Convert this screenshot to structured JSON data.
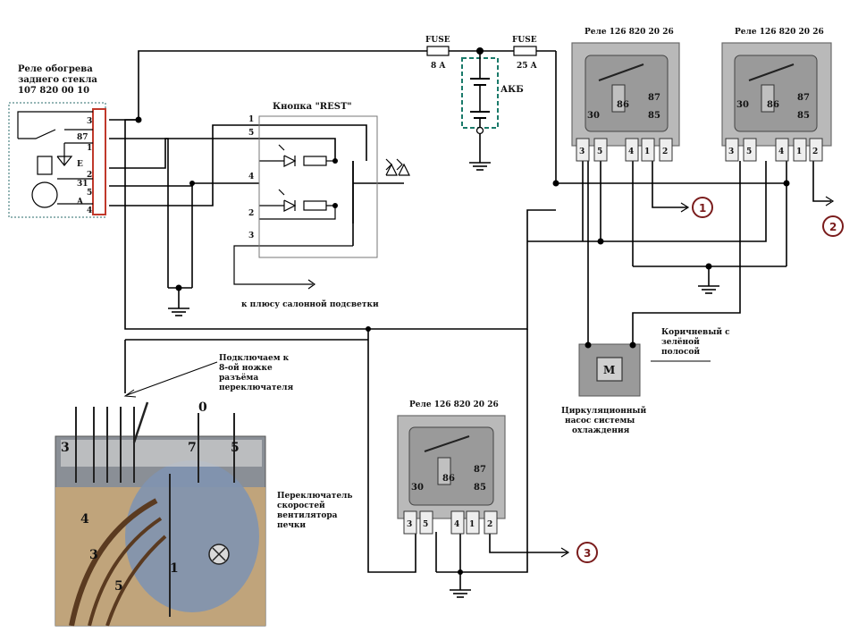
{
  "rear_relay": {
    "title_lines": [
      "Реле обогрева",
      "заднего стекла",
      "107 820 00 10"
    ],
    "pins": [
      "3",
      "87",
      "1",
      "E",
      "2",
      "31",
      "5",
      "A",
      "4"
    ]
  },
  "rest_button": {
    "title": "Кнопка \"REST\"",
    "pins": [
      "1",
      "5",
      "4",
      "2",
      "3"
    ]
  },
  "fuses": {
    "fuse1": {
      "label": "FUSE",
      "rating": "8 A"
    },
    "fuse2": {
      "label": "FUSE",
      "rating": "25 A"
    }
  },
  "battery": {
    "label": "АКБ"
  },
  "relays": {
    "relay_a": "Реле 126 820 20 26",
    "relay_b": "Реле 126 820 20 26",
    "relay_c": "Реле 126 820 20 26"
  },
  "relay_pin_labels": [
    "3",
    "5",
    "4",
    "1",
    "2"
  ],
  "relay_contact_labels": [
    "30",
    "86",
    "87",
    "85"
  ],
  "outputs": {
    "out1": "1",
    "out2": "2",
    "out3": "3"
  },
  "backlight_label": "к плюсу салонной подсветки",
  "wire_note_lines": [
    "Коричневый с",
    "зелёной",
    "полосой"
  ],
  "pump_lines": [
    "Циркуляционный",
    "насос системы",
    "охлаждения"
  ],
  "pump_symbol": "M",
  "connector_note_lines": [
    "Подключаем к",
    "8-ой ножке",
    "разъёма",
    "переключателя"
  ],
  "switch_label_lines": [
    "Переключатель",
    "скоростей",
    "вентилятора",
    "печки"
  ],
  "switch_pin_labels": [
    "3",
    "7",
    "5",
    "4",
    "3",
    "1",
    "5",
    "0"
  ]
}
